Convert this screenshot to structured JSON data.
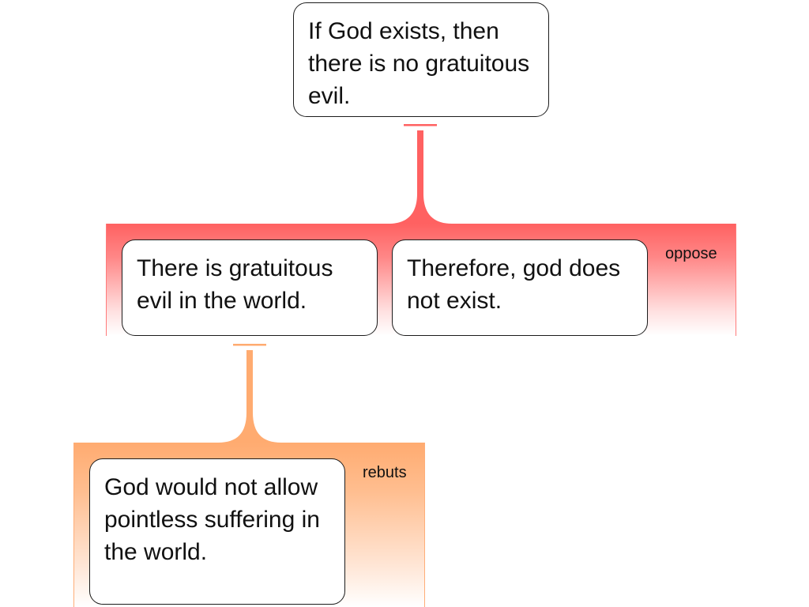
{
  "diagram": {
    "root_claim": {
      "text": "If God exists, then there is no gratuitous evil."
    },
    "oppose_group": {
      "label": "oppose",
      "color": "#ff6161",
      "premises": [
        {
          "text": "There is gratuitous evil in the world."
        },
        {
          "text": "Therefore, god does not exist."
        }
      ]
    },
    "rebuts_group": {
      "label": "rebuts",
      "color": "#ffab70",
      "premises": [
        {
          "text": "God would not allow pointless suffering in the world."
        }
      ]
    }
  }
}
